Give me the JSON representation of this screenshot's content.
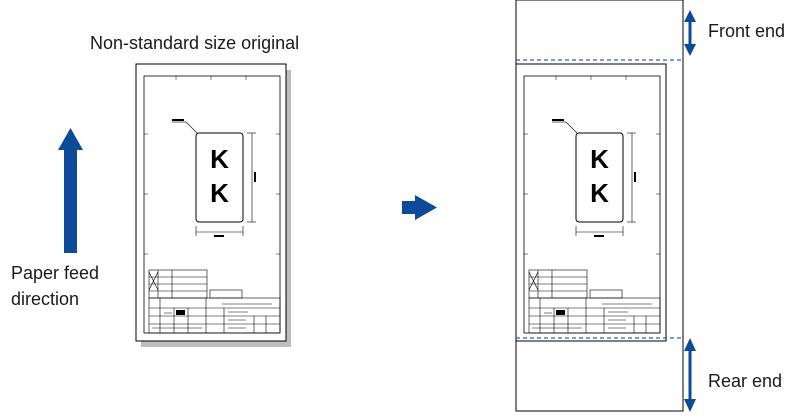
{
  "labels": {
    "original_title": "Non-standard size original",
    "feed_direction_line1": "Paper feed",
    "feed_direction_line2": "direction",
    "front_end": "Front end",
    "rear_end": "Rear end"
  },
  "drawing": {
    "letters": [
      "K",
      "K"
    ]
  },
  "colors": {
    "arrow": "#0d4a9a",
    "dashed_line": "#2b63b8",
    "outline": "#000000"
  }
}
